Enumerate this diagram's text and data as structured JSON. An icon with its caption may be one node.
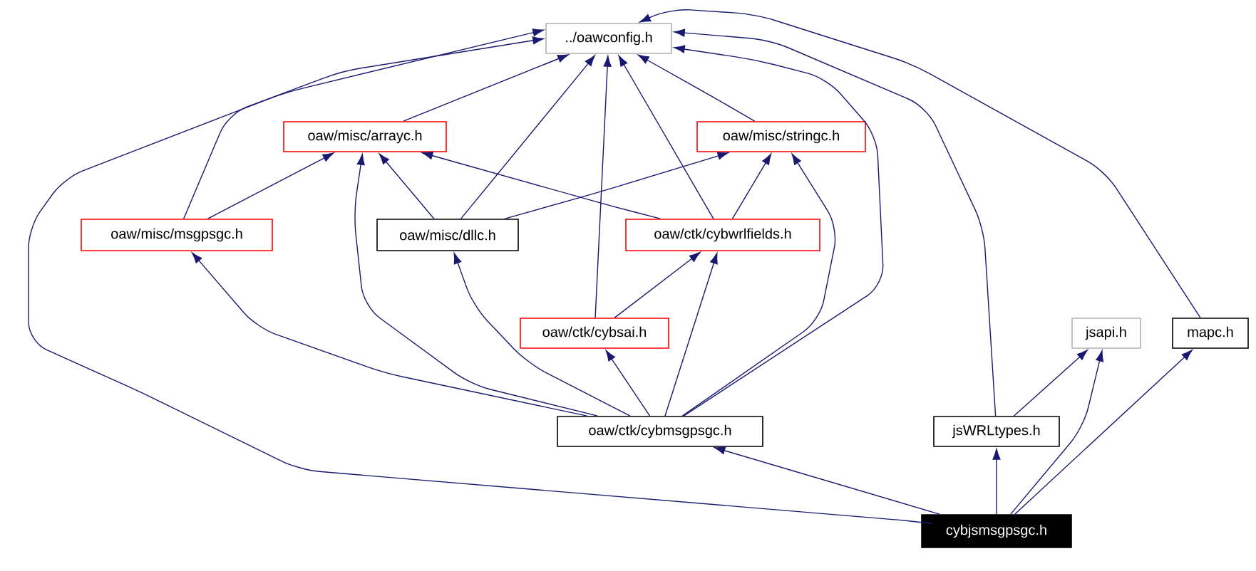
{
  "diagram": {
    "nodes": [
      {
        "text": [
          "../oawconfig.h"
        ]
      },
      {
        "text": [
          "oaw/misc/arrayc.h"
        ]
      },
      {
        "text": [
          "oaw/misc/stringc.h"
        ]
      },
      {
        "text": [
          "oaw/misc/msgpsgc.h"
        ]
      },
      {
        "text": [
          "oaw/misc/dllc.h"
        ]
      },
      {
        "text": [
          "oaw/ctk/cybwrlfields.h"
        ]
      },
      {
        "text": [
          "oaw/ctk/cybsai.h"
        ]
      },
      {
        "text": [
          "oaw/ctk/cybmsgpsgc.h"
        ]
      },
      {
        "text": [
          "jsapi.h"
        ]
      },
      {
        "text": [
          "mapc.h"
        ]
      },
      {
        "text": [
          "jsWRLtypes.h"
        ]
      },
      {
        "text": [
          "cybjsmsgpsgc.h"
        ]
      }
    ],
    "edges": [
      {
        "from": 11,
        "to": 0,
        "arrow": "to"
      },
      {
        "from": 3,
        "to": 0,
        "arrow": "to"
      },
      {
        "from": 1,
        "to": 0,
        "arrow": "to"
      },
      {
        "from": 4,
        "to": 0,
        "arrow": "to"
      },
      {
        "from": 6,
        "to": 0,
        "arrow": "to"
      },
      {
        "from": 5,
        "to": 0,
        "arrow": "to"
      },
      {
        "from": 2,
        "to": 0,
        "arrow": "to"
      },
      {
        "from": 7,
        "to": 0,
        "arrow": "to"
      },
      {
        "from": 10,
        "to": 0,
        "arrow": "to"
      },
      {
        "from": 9,
        "to": 0,
        "arrow": "to"
      },
      {
        "from": 3,
        "to": 1,
        "arrow": "to"
      },
      {
        "from": 7,
        "to": 1,
        "arrow": "to"
      },
      {
        "from": 4,
        "to": 1,
        "arrow": "to"
      },
      {
        "from": 5,
        "to": 1,
        "arrow": "to"
      },
      {
        "from": 4,
        "to": 2,
        "arrow": "to"
      },
      {
        "from": 5,
        "to": 2,
        "arrow": "to"
      },
      {
        "from": 7,
        "to": 2,
        "arrow": "to"
      },
      {
        "from": 7,
        "to": 3,
        "arrow": "to"
      },
      {
        "from": 7,
        "to": 4,
        "arrow": "to"
      },
      {
        "from": 6,
        "to": 5,
        "arrow": "to"
      },
      {
        "from": 7,
        "to": 5,
        "arrow": "to"
      },
      {
        "from": 7,
        "to": 6,
        "arrow": "to"
      },
      {
        "from": 11,
        "to": 7,
        "arrow": "to"
      },
      {
        "from": 11,
        "to": 10,
        "arrow": "to"
      },
      {
        "from": 10,
        "to": 8,
        "arrow": "to"
      },
      {
        "from": 11,
        "to": 8,
        "arrow": "to"
      },
      {
        "from": 11,
        "to": 9,
        "arrow": "to"
      }
    ]
  }
}
